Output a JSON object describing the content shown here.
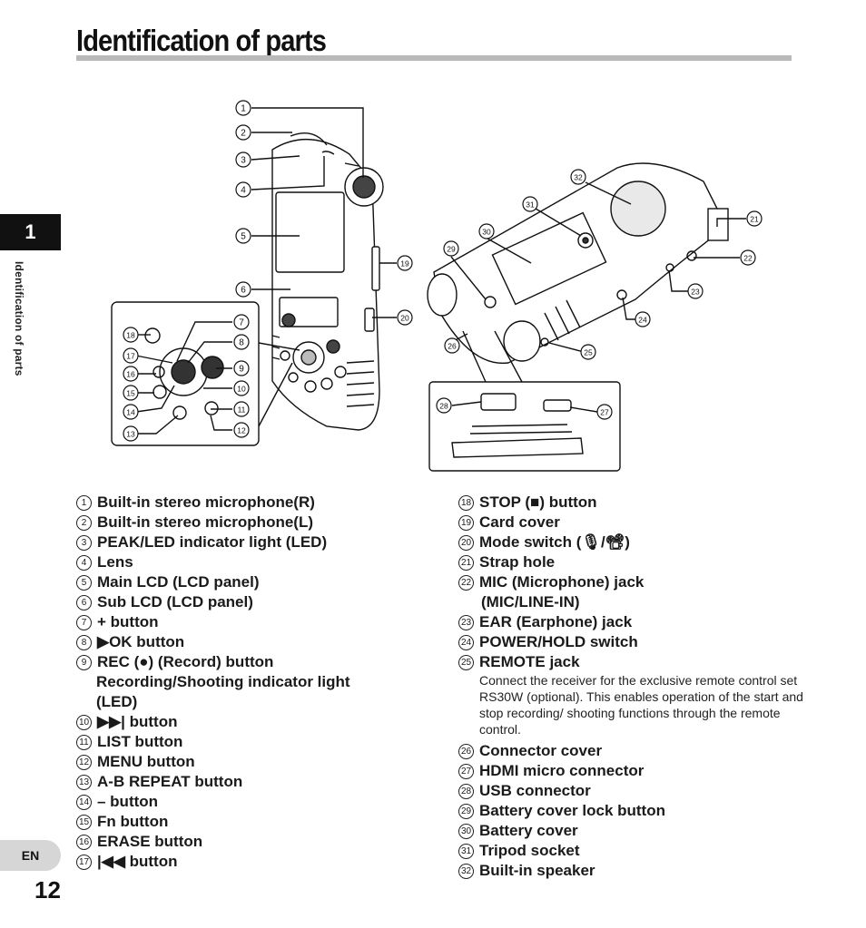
{
  "page": {
    "title": "Identification of parts",
    "chapter_number": "1",
    "chapter_label": "Identification of parts",
    "language": "EN",
    "page_number": "12"
  },
  "callouts": [
    "1",
    "2",
    "3",
    "4",
    "5",
    "6",
    "7",
    "8",
    "9",
    "10",
    "11",
    "12",
    "13",
    "14",
    "15",
    "16",
    "17",
    "18",
    "19",
    "20",
    "21",
    "22",
    "23",
    "24",
    "25",
    "26",
    "27",
    "28",
    "29",
    "30",
    "31",
    "32"
  ],
  "parts_left": [
    {
      "n": "1",
      "label": "Built-in stereo microphone(R)"
    },
    {
      "n": "2",
      "label": "Built-in stereo microphone(L)"
    },
    {
      "n": "3",
      "label": "PEAK/LED indicator light (LED)"
    },
    {
      "n": "4",
      "label": "Lens"
    },
    {
      "n": "5",
      "label": "Main LCD (LCD panel)"
    },
    {
      "n": "6",
      "label": "Sub LCD (LCD panel)"
    },
    {
      "n": "7",
      "label": "+ button"
    },
    {
      "n": "8",
      "label": "▶OK button"
    },
    {
      "n": "9",
      "label": "REC (●) (Record) button",
      "line2": "Recording/Shooting indicator light",
      "line3": "(LED)"
    },
    {
      "n": "10",
      "label": "▶▶| button"
    },
    {
      "n": "11",
      "label": "LIST button"
    },
    {
      "n": "12",
      "label": "MENU button"
    },
    {
      "n": "13",
      "label": "A-B REPEAT button"
    },
    {
      "n": "14",
      "label": "– button"
    },
    {
      "n": "15",
      "label": "Fn button"
    },
    {
      "n": "16",
      "label": "ERASE button"
    },
    {
      "n": "17",
      "label": "|◀◀ button"
    }
  ],
  "parts_right": [
    {
      "n": "18",
      "label": "STOP (■) button"
    },
    {
      "n": "19",
      "label": "Card cover"
    },
    {
      "n": "20",
      "label": "Mode switch (🎙/📽)"
    },
    {
      "n": "21",
      "label": "Strap hole"
    },
    {
      "n": "22",
      "label": "MIC (Microphone) jack",
      "line2": "(MIC/LINE-IN)"
    },
    {
      "n": "23",
      "label": "EAR (Earphone) jack"
    },
    {
      "n": "24",
      "label": "POWER/HOLD switch"
    },
    {
      "n": "25",
      "label": "REMOTE jack",
      "description": "Connect the receiver for the exclusive remote control set RS30W (optional). This enables operation of the start and stop recording/ shooting functions through the remote control."
    },
    {
      "n": "26",
      "label": "Connector cover"
    },
    {
      "n": "27",
      "label": "HDMI micro connector"
    },
    {
      "n": "28",
      "label": "USB connector"
    },
    {
      "n": "29",
      "label": "Battery cover lock button"
    },
    {
      "n": "30",
      "label": "Battery cover"
    },
    {
      "n": "31",
      "label": "Tripod socket"
    },
    {
      "n": "32",
      "label": "Built-in speaker"
    }
  ]
}
